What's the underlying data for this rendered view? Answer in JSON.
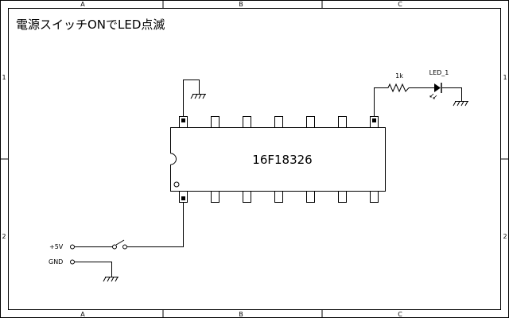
{
  "sheet": {
    "title": "電源スイッチONでLED点滅",
    "col_labels": [
      "A",
      "B",
      "C"
    ],
    "row_labels": [
      "1",
      "2"
    ]
  },
  "components": {
    "ic": {
      "part": "16F18326"
    },
    "resistor": {
      "value": "1k"
    },
    "led": {
      "ref": "LED_1"
    },
    "power": {
      "vcc_label": "+5V",
      "gnd_label": "GND"
    }
  }
}
